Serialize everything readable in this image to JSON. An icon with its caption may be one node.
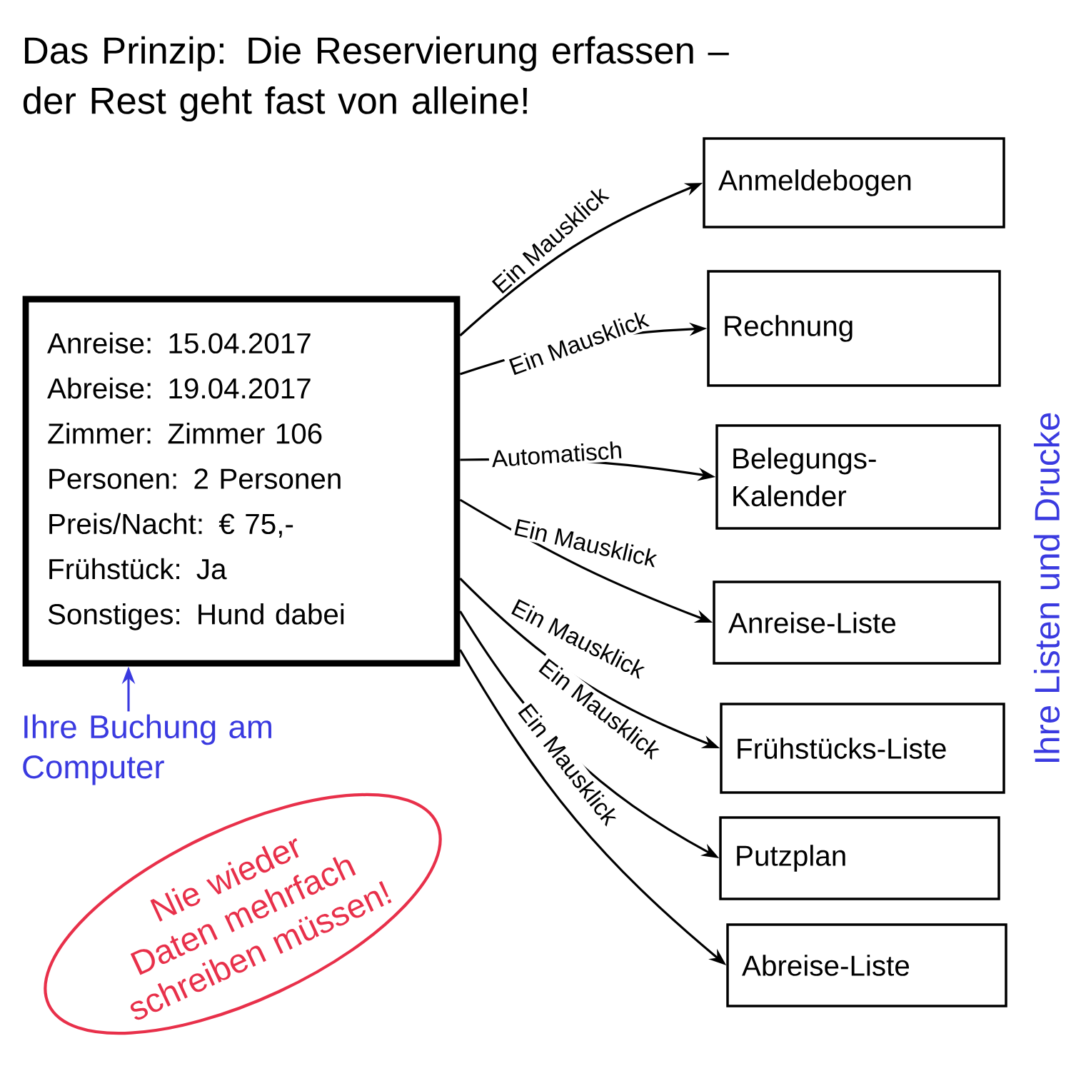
{
  "diagram": {
    "title": "Das Prinzip: Die Reservierung erfassen – der Rest geht fast von alleine!",
    "nodes": [
      {
        "text": [
          "Anreise: 15.04.2017",
          "Abreise: 19.04.2017",
          "Zimmer: Zimmer 106",
          "Personen: 2 Personen",
          "Preis/Nacht: € 75,-",
          "Frühstück: Ja",
          "Sonstiges: Hund dabei"
        ]
      },
      {
        "text": [
          "Anmeldebogen"
        ]
      },
      {
        "text": [
          "Rechnung"
        ]
      },
      {
        "text": [
          "Belegungs-Kalender"
        ]
      },
      {
        "text": [
          "Anreise-Liste"
        ]
      },
      {
        "text": [
          "Frühstücks-Liste"
        ]
      },
      {
        "text": [
          "Putzplan"
        ]
      },
      {
        "text": [
          "Abreise-Liste"
        ]
      },
      {
        "text": [
          "Ihre Buchung am Computer"
        ]
      },
      {
        "text": [
          "Nie wieder Daten mehrfach schreiben müssen!"
        ]
      }
    ],
    "edges": [
      {
        "from": 0,
        "to": 1,
        "arrow": "to",
        "label": "Ein Mausklick"
      },
      {
        "from": 0,
        "to": 2,
        "arrow": "to",
        "label": "Ein Mausklick"
      },
      {
        "from": 0,
        "to": 3,
        "arrow": "to",
        "label": "Automatisch"
      },
      {
        "from": 0,
        "to": 4,
        "arrow": "to",
        "label": "Ein Mausklick"
      },
      {
        "from": 0,
        "to": 5,
        "arrow": "to",
        "label": "Ein Mausklick"
      },
      {
        "from": 0,
        "to": 6,
        "arrow": "to",
        "label": "Ein Mausklick"
      },
      {
        "from": 0,
        "to": 7,
        "arrow": "to",
        "label": "Ein Mausklick"
      },
      {
        "from": 8,
        "to": 0,
        "arrow": "to",
        "color": "#3a3ae0"
      }
    ],
    "labels": [
      "Ihre Listen und Drucke"
    ]
  }
}
